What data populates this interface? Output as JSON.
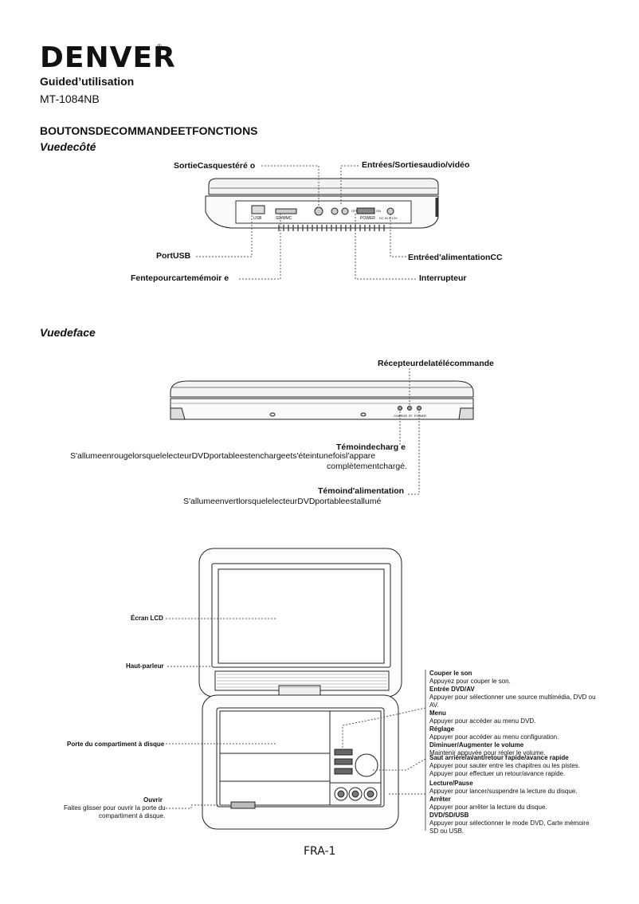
{
  "brand": {
    "name": "DENVER",
    "reg": "®"
  },
  "header": {
    "subtitle": "Guided’utilisation",
    "model": "MT-1084NB"
  },
  "section_title": "BOUTONSDECOMMANDEETFONCTIONS",
  "side_view": {
    "title": "Vuedecôté",
    "labels": {
      "headphone": "SortieCasquestéré  o",
      "av": "Entrées/Sortiesaudio/vidéo",
      "usb": "PortUSB",
      "card": "Fentepourcartemémoir   e",
      "dc": "Entréed'alimentationCC",
      "switch": "Interrupteur"
    },
    "device_text": {
      "usb": "USB",
      "sdmmc": "SD/MMC",
      "power": "POWER",
      "dc": "DC IN 9-12V",
      "off": "OFF",
      "on": "ON"
    }
  },
  "front_view": {
    "title": "Vuedeface",
    "ir": "Récepteurdelatélécommande",
    "charge_title": "Témoindecharg  e",
    "charge_desc1": "S'allumeenrougelorsquelelecteurDVDportableestenchargeets'éteintunefoisl'appare",
    "charge_desc2": "complètementchargé.",
    "power_title": "Témoind'alimentation",
    "power_desc": "S'allumeenvertlorsquelelecteurDVDportableestallumé",
    "device_text": {
      "charge": "CHARGE",
      "ir": "IR",
      "power": "POWER"
    }
  },
  "open_view": {
    "left": {
      "lcd": "Écran LCD",
      "speaker": "Haut-parleur",
      "door": "Porte du compartiment à disque",
      "open_title": "Ouvrir",
      "open_desc1": "Faites glisser pour ouvrir la porte du",
      "open_desc2": "compartiment à disque."
    },
    "right": [
      {
        "title": "Couper le son",
        "desc": [
          "Appuyez pour couper le son."
        ]
      },
      {
        "title": "Entrée DVD/AV",
        "desc": [
          "Appuyer pour sélectionner une source multimédia, DVD ou",
          "AV."
        ]
      },
      {
        "title": "Menu",
        "desc": [
          "Appuyer pour accéder au menu DVD."
        ]
      },
      {
        "title": "Réglage",
        "desc": [
          "Appuyer pour accéder au menu configuration."
        ]
      },
      {
        "title": "Diminuer/Augmenter le volume",
        "desc": [
          "Maintenir appuyée pour régler le volume."
        ]
      },
      {
        "title": "Saut arrière/avant/retour rapide/avance rapide",
        "desc": [
          "Appuyer pour sauter entre les chapitres ou les pistes.",
          "Appuyer pour effectuer un retour/avance rapide."
        ]
      },
      {
        "title": "Lecture/Pause",
        "desc": [
          "Appuyer pour lancer/suspendre la lecture du disque."
        ]
      },
      {
        "title": "Arrêter",
        "desc": [
          "Appuyer pour arrêter la lecture du disque."
        ]
      },
      {
        "title": "DVD/SD/USB",
        "desc": [
          "Appuyer pour sélectionner le mode DVD, Carte mémoire",
          "SD ou USB."
        ]
      }
    ]
  },
  "page_number": "FRA-1"
}
